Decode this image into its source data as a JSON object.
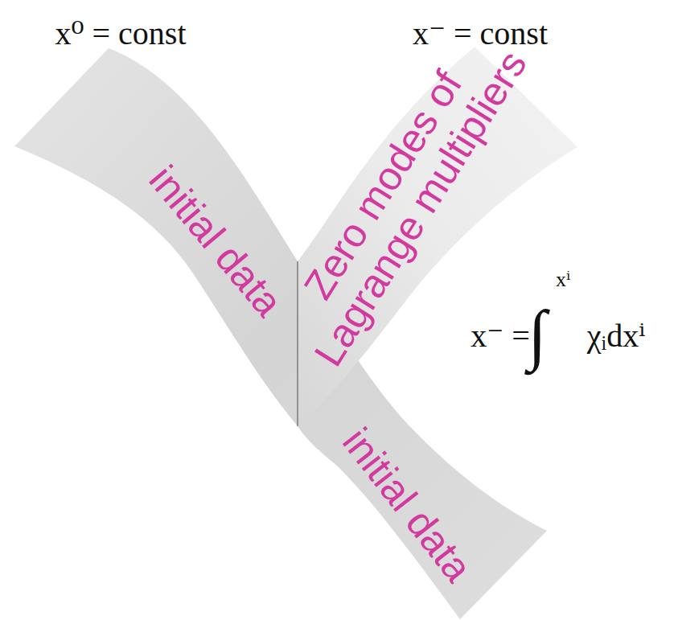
{
  "diagram": {
    "labels": [
      "x⁰ = const",
      "x⁻ = const",
      "initial data",
      "Zero modes of Lagrange multipliers",
      "initial data",
      "x⁻ =",
      "∫",
      "xⁱ",
      "χᵢdxⁱ"
    ]
  }
}
